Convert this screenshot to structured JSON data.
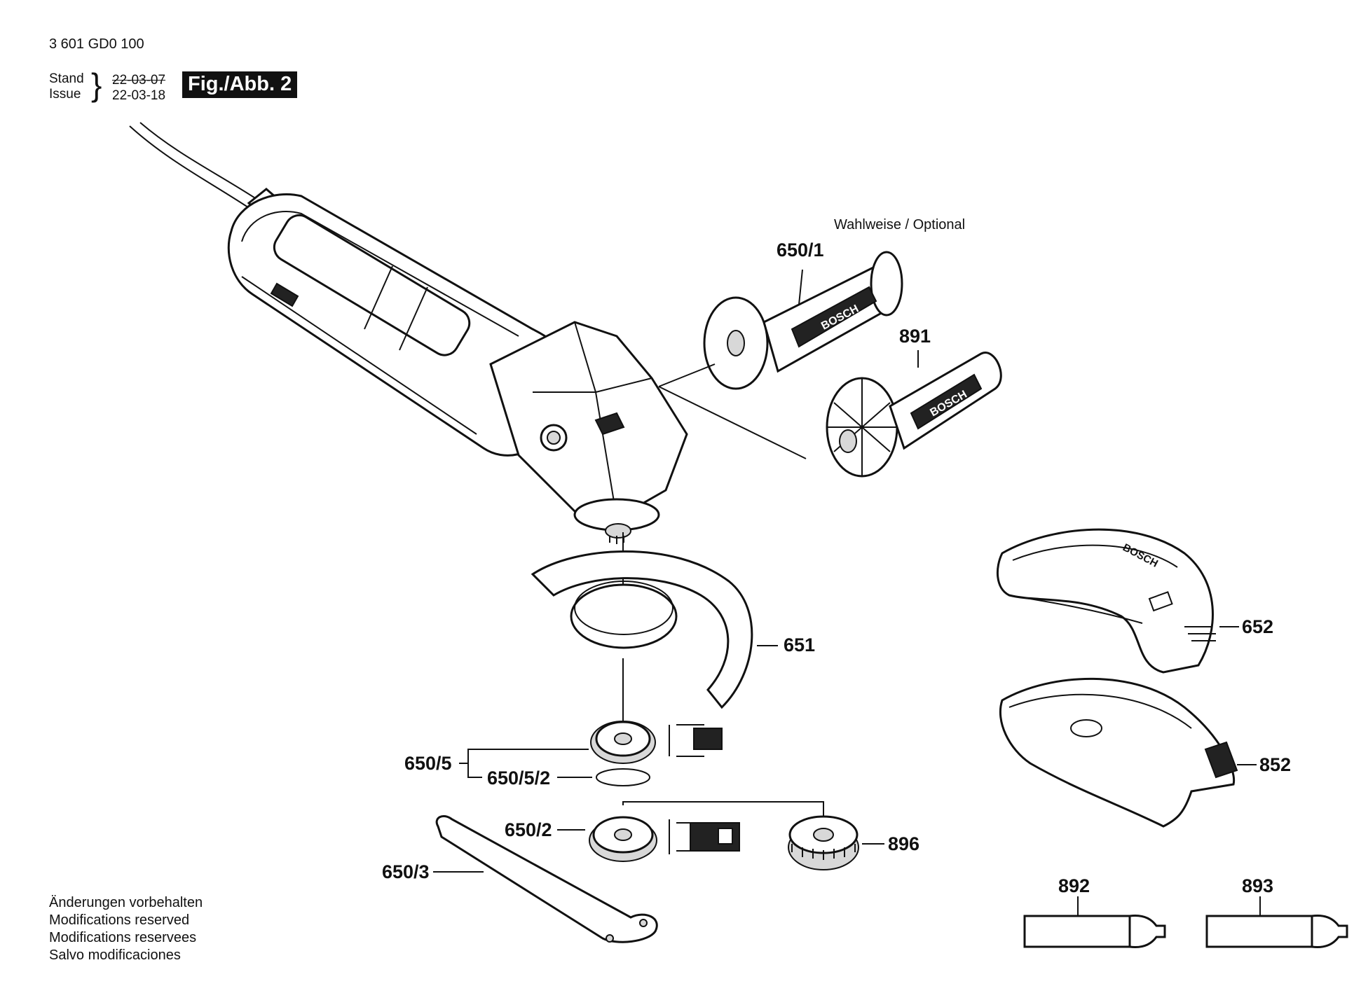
{
  "header": {
    "part_number": "3 601 GD0 100",
    "stand_label": "Stand",
    "issue_label": "Issue",
    "stand_date": "22-03-07",
    "issue_date": "22-03-18",
    "figure_label": "Fig./Abb. 2"
  },
  "optional_label": "Wahlweise / Optional",
  "parts": {
    "p650_1": "650/1",
    "p891": "891",
    "p651": "651",
    "p652": "652",
    "p852": "852",
    "p650_5": "650/5",
    "p650_5_2": "650/5/2",
    "p650_2": "650/2",
    "p650_3": "650/3",
    "p896": "896",
    "p892": "892",
    "p893": "893"
  },
  "brand_text": "BOSCH",
  "footer": {
    "line1": "Änderungen vorbehalten",
    "line2": "Modifications reserved",
    "line3": "Modifications reservees",
    "line4": "Salvo modificaciones"
  }
}
